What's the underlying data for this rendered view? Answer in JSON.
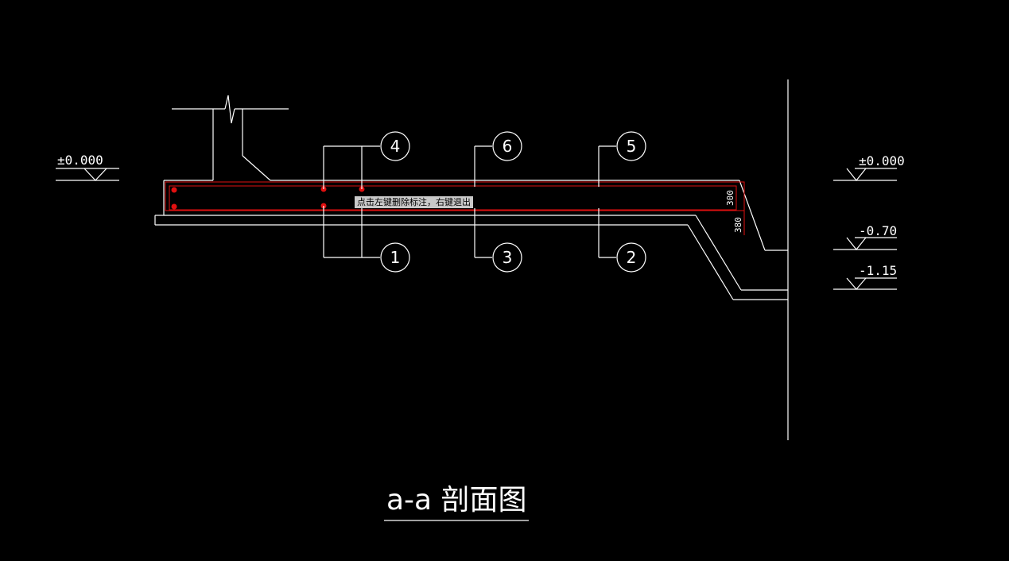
{
  "drawing": {
    "title": "a-a 剖面图",
    "tooltip": "点击左键删除标注，右键退出",
    "elevations": {
      "left_top": "±0.000",
      "right_top": "±0.000",
      "right_mid": "-0.70",
      "right_low": "-1.15"
    },
    "dimensions": {
      "inner": "300",
      "outer": "380"
    },
    "callouts": {
      "top": [
        "4",
        "6",
        "5"
      ],
      "bottom": [
        "1",
        "3",
        "2"
      ]
    },
    "colors": {
      "background": "#000000",
      "line": "#ffffff",
      "highlight": "#e01010",
      "tooltip_bg": "#c9c9c9"
    }
  }
}
